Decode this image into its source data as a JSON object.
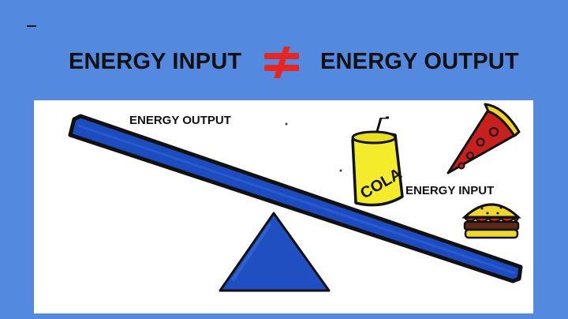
{
  "slide": {
    "title_left": "ENERGY INPUT",
    "title_right": "ENERGY OUTPUT",
    "relation_icon": "not-equal-icon"
  },
  "illustration": {
    "label_output": "ENERGY OUTPUT",
    "label_input": "ENERGY INPUT",
    "cola_text": "COLA",
    "icons": [
      "seesaw-plank",
      "seesaw-fulcrum",
      "cola-can-icon",
      "pizza-slice-icon",
      "burger-icon"
    ]
  },
  "colors": {
    "background": "#5389df",
    "panel": "#ffffff",
    "plank_blue": "#1e4fc4",
    "not_equal_red": "#e8261f",
    "can_yellow": "#f4ec2a",
    "pizza_red": "#c8201d",
    "pizza_crust": "#f1d322"
  }
}
